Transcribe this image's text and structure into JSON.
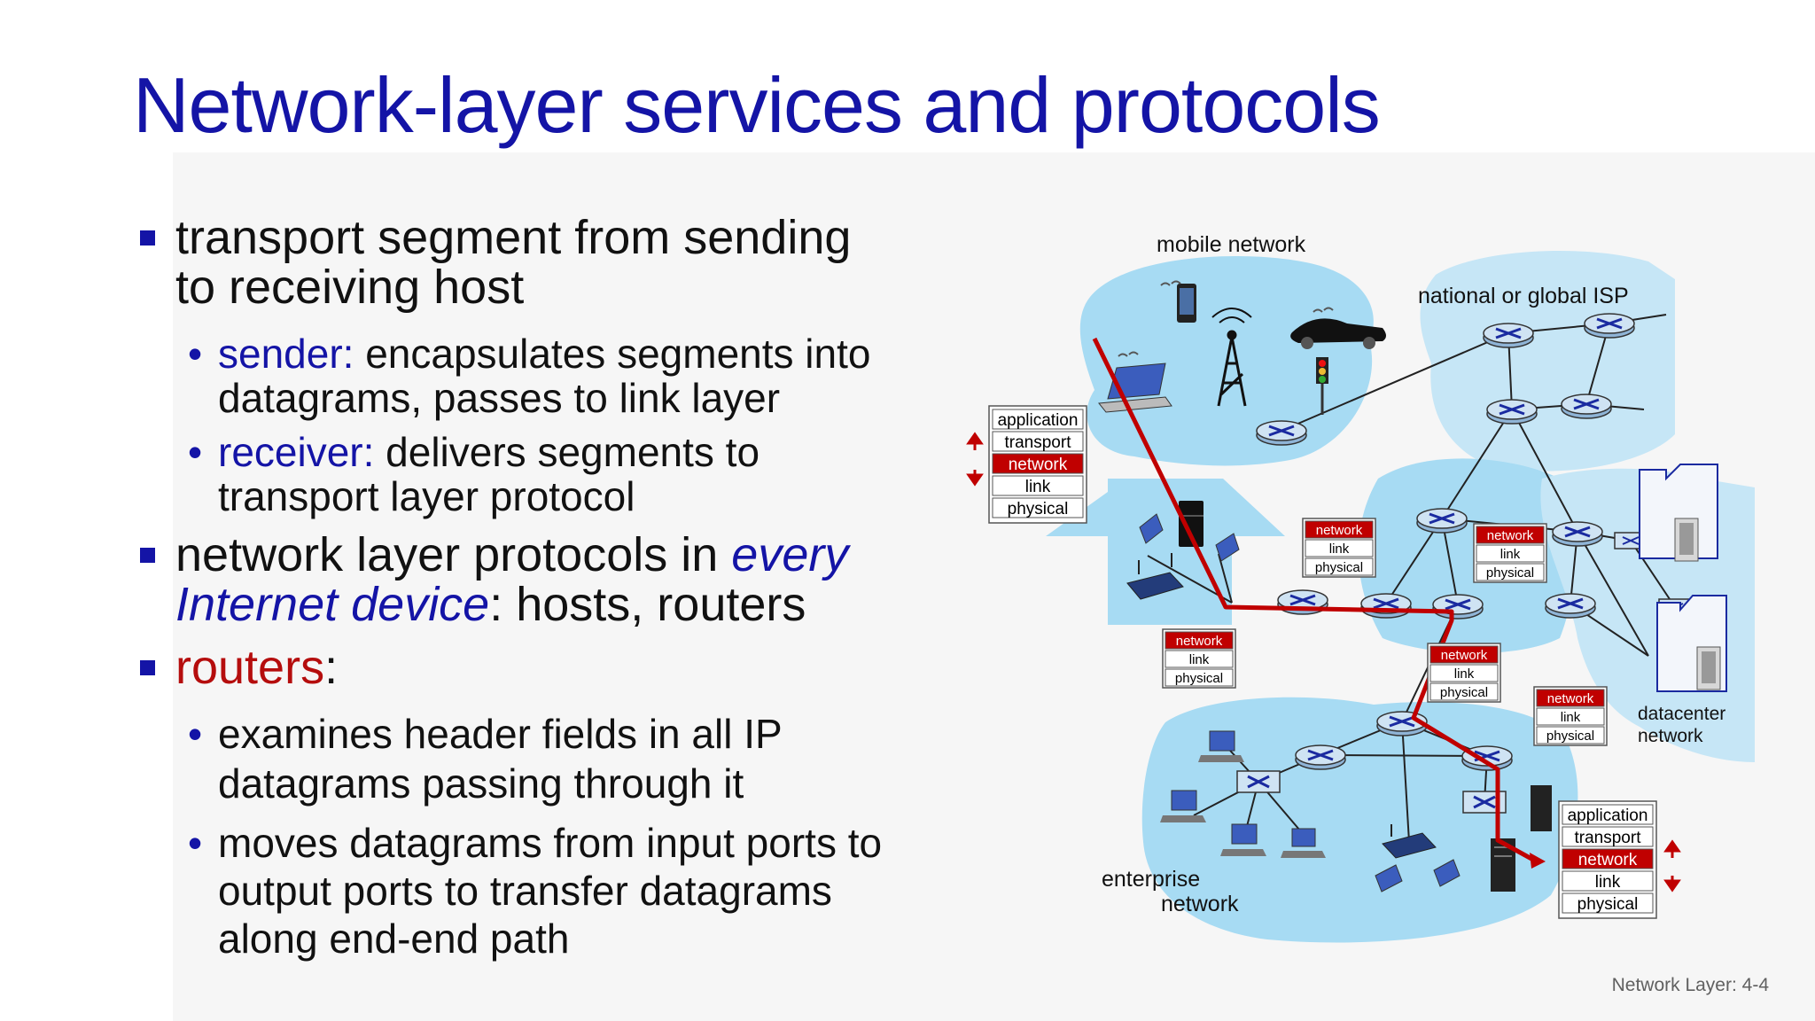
{
  "slide": {
    "title": "Network-layer  services and protocols",
    "footer": "Network Layer: 4-4"
  },
  "bullets": {
    "b1": {
      "line1": "transport segment from sending",
      "line2": "to receiving host"
    },
    "b1a": {
      "label": "sender:",
      "text1": " encapsulates segments into",
      "text2": "datagrams, passes to link layer"
    },
    "b1b": {
      "label": "receiver:",
      "text1": " delivers segments to",
      "text2": "transport layer protocol"
    },
    "b2": {
      "text1": "network layer protocols in ",
      "em1": "every",
      "em2": "Internet device",
      "text2": ": hosts, routers"
    },
    "b3": {
      "label": "routers",
      "colon": ":"
    },
    "b3a": {
      "line1": "examines header fields in all IP",
      "line2": "datagrams passing through it"
    },
    "b3b": {
      "line1": "moves datagrams from input ports to",
      "line2": "output ports to transfer datagrams",
      "line3": "along end-end path"
    }
  },
  "diagram": {
    "labels": {
      "mobile": "mobile network",
      "isp": "national or global ISP",
      "datacenter_1": "datacenter",
      "datacenter_2": "network",
      "enterprise_1": "enterprise",
      "enterprise_2": "network"
    },
    "full_stack": [
      "application",
      "transport",
      "network",
      "link",
      "physical"
    ],
    "router_stack": [
      "network",
      "link",
      "physical"
    ]
  },
  "colors": {
    "title": "#1414a6",
    "accent_red": "#b50d0d",
    "cloud": "#9fd6f0",
    "path": "#c00000"
  }
}
